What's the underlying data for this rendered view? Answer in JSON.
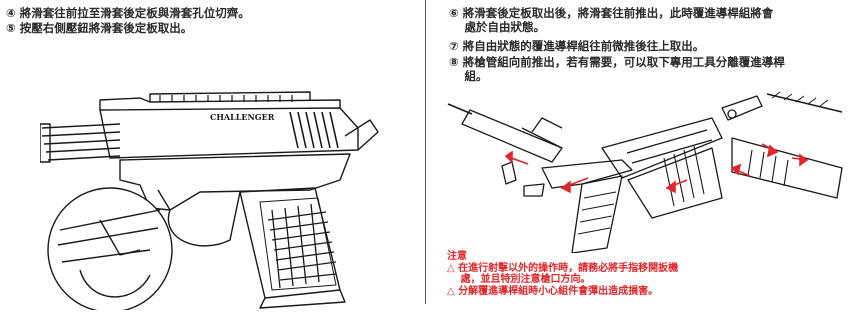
{
  "left_steps": [
    "④ 將滑套往前拉至滑套後定板與滑套孔位切齊。",
    "⑤ 按壓右側壓鈕將滑套後定板取出。"
  ],
  "right_steps": [
    "⑥ 將滑套後定板取出後，將滑套往前推出，此時覆進導桿組將會",
    "　 處於自由狀態。",
    "⑦ 將自由狀態的覆進導桿組往前微推後往上取出。",
    "⑧ 將槍管組向前推出，若有需要，可以取下專用工具分離覆進導桿",
    "　 組。"
  ],
  "slide_engraving": "CHALLENGER",
  "notice": {
    "title": "注意",
    "lines": [
      "△ 在進行射擊以外的操作時，請務必將手指移開扳機",
      "　 處，並且特別注意槍口方向。",
      "△ 分解覆進導桿組時小心組件會彈出造成損害。"
    ]
  },
  "colors": {
    "accent_red": "#e0262a",
    "line_art": "#1a1a1a",
    "divider": "#555555"
  }
}
